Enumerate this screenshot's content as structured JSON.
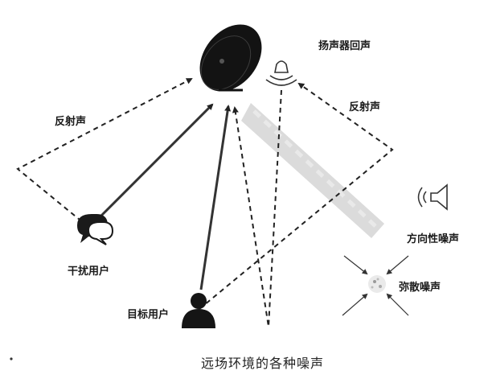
{
  "labels": {
    "speaker_echo": "扬声器回声",
    "reflection_left": "反射声",
    "reflection_right": "反射声",
    "interfering_user": "干扰用户",
    "target_user": "目标用户",
    "directional_noise": "方向性噪声",
    "diffuse_noise": "弥散噪声"
  },
  "caption": "远场环境的各种噪声",
  "colors": {
    "ink": "#151515",
    "arrow": "#2a2a2a",
    "noise_band": "#c9c9c9"
  },
  "icons": {
    "device": "smart-speaker-icon",
    "speaker": "speaker-echo-icon",
    "interfering_user": "speech-bubbles-icon",
    "target_user": "person-icon",
    "directional_noise": "loudspeaker-icon",
    "diffuse_noise": "diffuse-noise-burst-icon"
  }
}
